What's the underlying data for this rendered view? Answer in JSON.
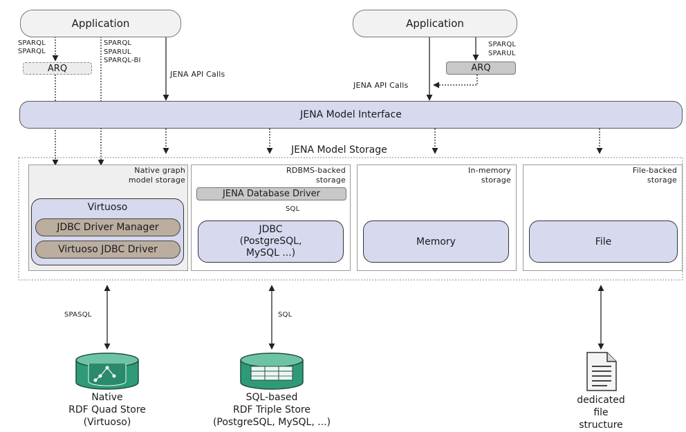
{
  "left_app": {
    "title": "Application",
    "sparql_a": "SPARQL",
    "sparql_b": "SPARQL",
    "protocols": "SPARQL\nSPARUL\nSPARQL-BI",
    "arq": "ARQ",
    "api_calls": "JENA API Calls"
  },
  "right_app": {
    "title": "Application",
    "protocols": "SPARQL\nSPARUL",
    "arq": "ARQ",
    "api_calls": "JENA API Calls"
  },
  "model_interface": "JENA Model Interface",
  "model_storage": "JENA Model Storage",
  "panels": {
    "native": {
      "title": "Native graph\nmodel storage",
      "virtuoso": "Virtuoso",
      "jdbc_manager": "JDBC Driver Manager",
      "virtuoso_driver": "Virtuoso JDBC Driver"
    },
    "rdbms": {
      "title": "RDBMS-backed\nstorage",
      "db_driver": "JENA Database Driver",
      "sql": "SQL",
      "jdbc": "JDBC\n(PostgreSQL,\nMySQL ...)"
    },
    "memory": {
      "title": "In-memory\nstorage",
      "box": "Memory"
    },
    "file": {
      "title": "File-backed\nstorage",
      "box": "File"
    }
  },
  "links": {
    "native": "SPASQL",
    "rdbms": "SQL"
  },
  "stores": {
    "quad": "Native\nRDF Quad Store\n(Virtuoso)",
    "triple": "SQL-based\nRDF Triple Store\n(PostgreSQL, MySQL, ...)",
    "file": "dedicated\nfile\nstructure"
  },
  "icons": {
    "quad_store": "database-cylinder-graph-icon",
    "triple_store": "database-cylinder-table-icon",
    "file": "document-icon"
  },
  "colors": {
    "interface_fill": "#d7d9ef",
    "driver_fill": "#bbae9f",
    "db_green": "#2f9a78"
  }
}
